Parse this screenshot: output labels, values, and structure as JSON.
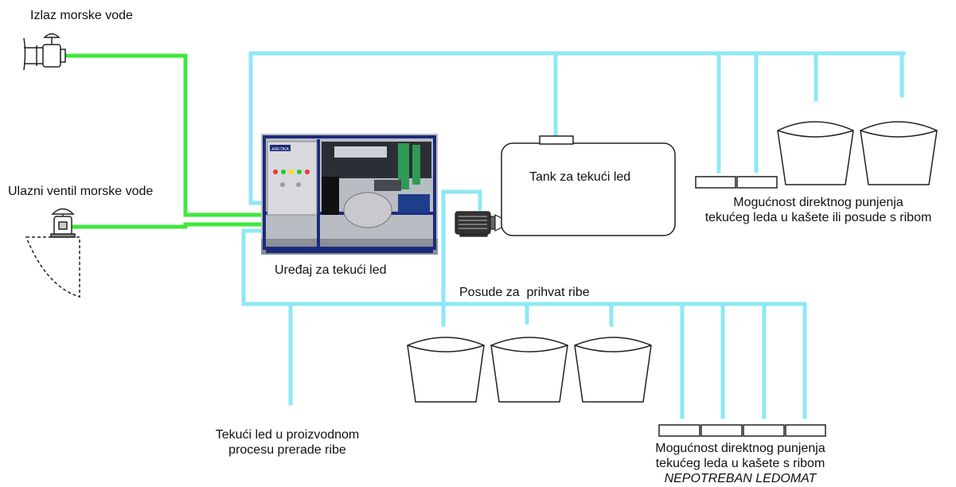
{
  "labels": {
    "sea_water_outlet": "Izlaz morske vode",
    "sea_water_inlet_valve": "Ulazni ventil morske vode",
    "ice_machine": "Uređaj za tekući led",
    "tank": "Tank za tekući led",
    "direct_fill_top_line1": "Mogućnost direktnog punjenja",
    "direct_fill_top_line2": "tekućeg leda u kašete ili posude s ribom",
    "fish_containers": "Posude za  prihvat ribe",
    "process_line1": "Tekući led u proizvodnom",
    "process_line2": "procesu prerade ribe",
    "direct_fill_bottom_line1": "Mogućnost direktnog punjenja",
    "direct_fill_bottom_line2": "tekućeg leda u kašete s ribom",
    "direct_fill_bottom_line3": "NEPOTREBAN LEDOMAT"
  },
  "machine_badge": "ARKTIKA",
  "colors": {
    "sea_water_pipe": "#3ee83e",
    "slurry_ice_pipe": "#8ee8f5",
    "outline": "#222222",
    "machine_frame": "#1d2a7a"
  },
  "icons": [
    "valve-icon",
    "pump-icon",
    "ice-machine-image",
    "tank",
    "container",
    "crate"
  ]
}
